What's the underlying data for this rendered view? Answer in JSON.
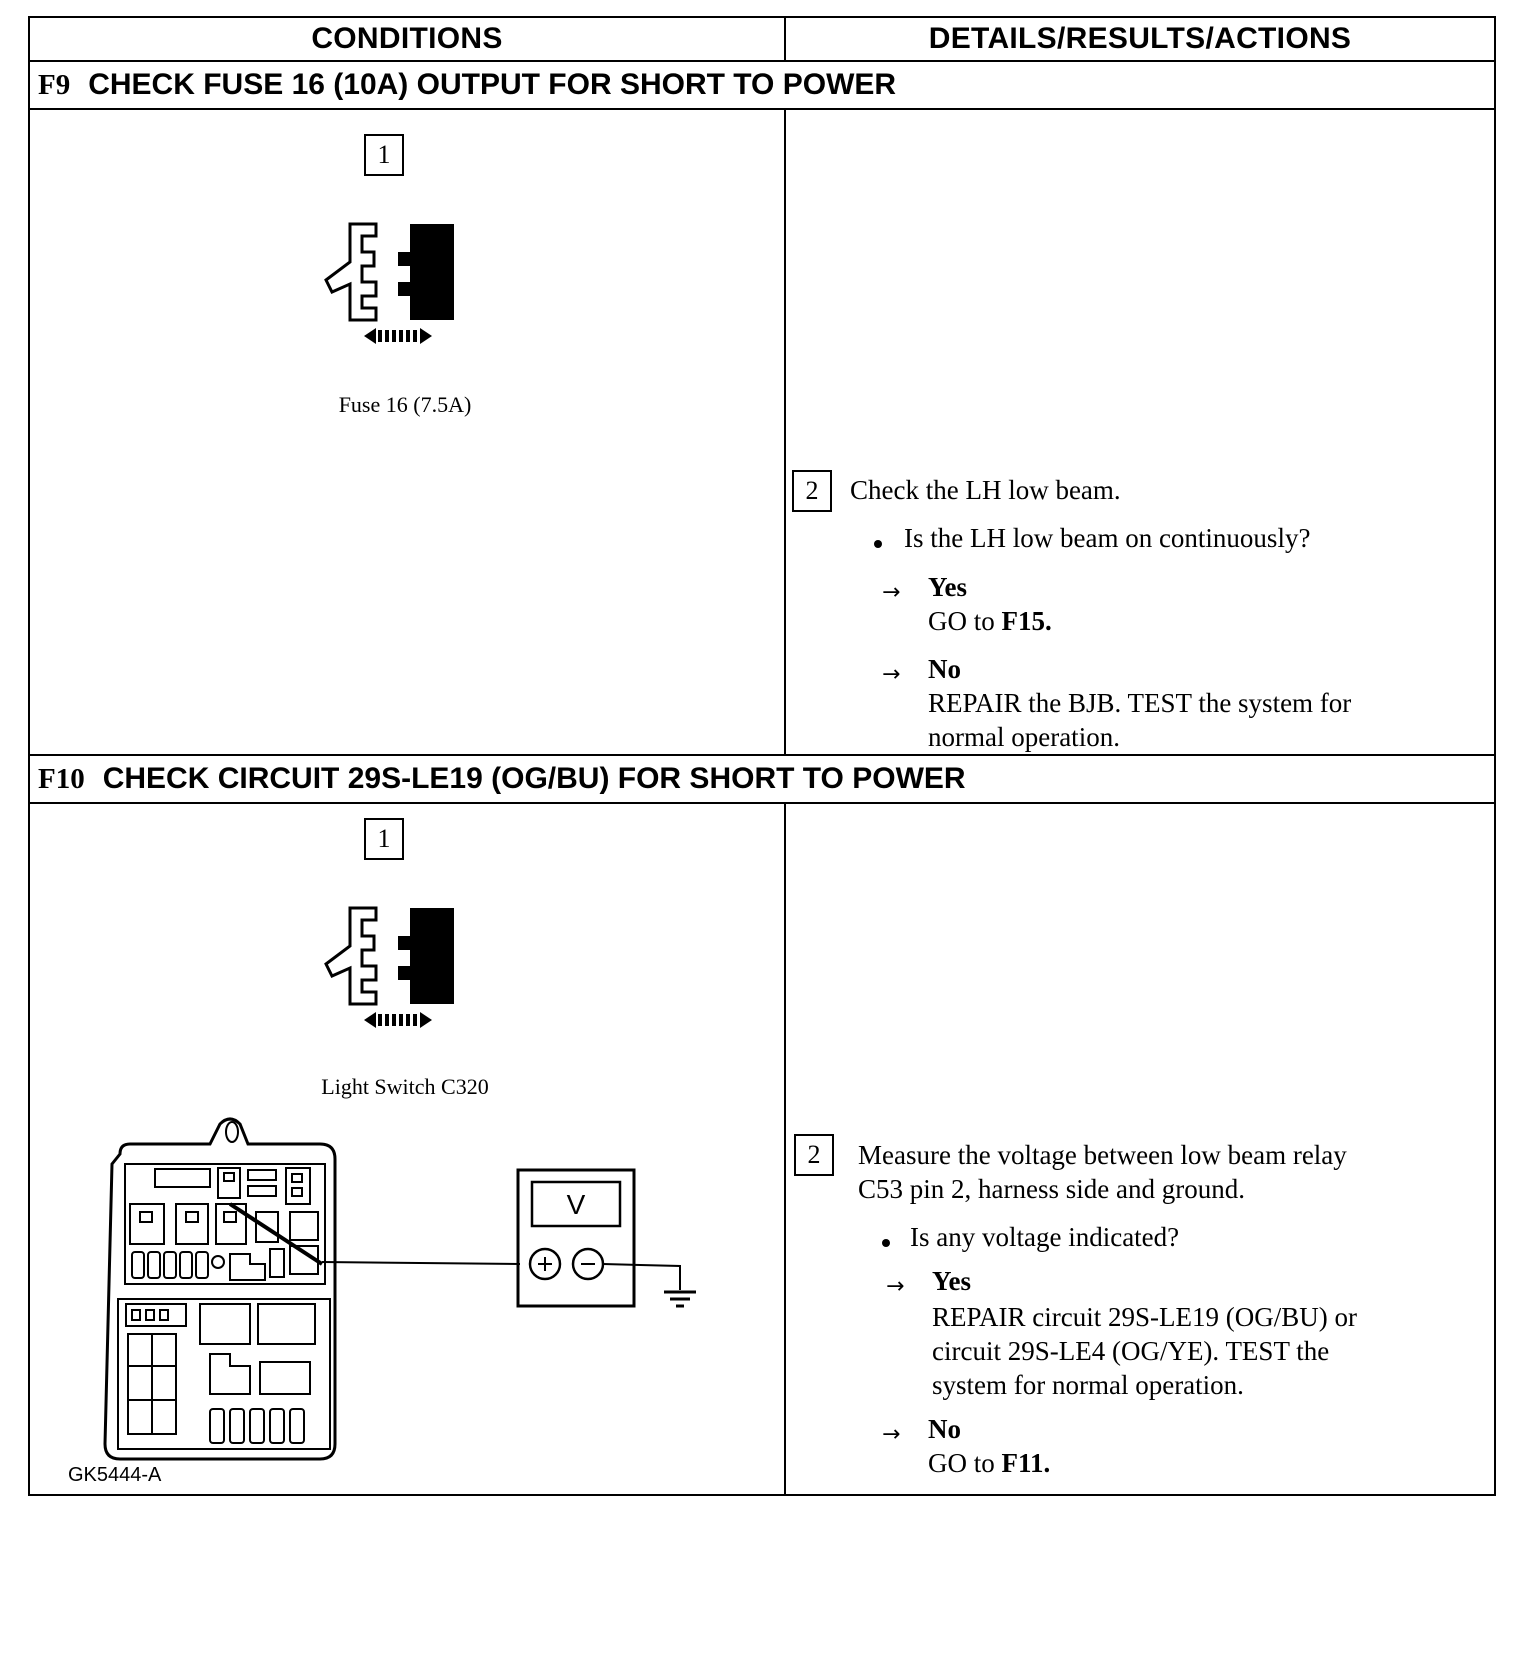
{
  "header": {
    "conditions": "CONDITIONS",
    "details": "DETAILS/RESULTS/ACTIONS"
  },
  "f9": {
    "code": "F9",
    "title": "CHECK FUSE 16 (10A) OUTPUT FOR SHORT TO POWER",
    "step1_num": "1",
    "step1_caption": "Fuse 16 (7.5A)",
    "step2_num": "2",
    "step2_text": "Check the LH low beam.",
    "question": "Is the LH low beam on continuously?",
    "yes_label": "Yes",
    "yes_action_prefix": "GO to ",
    "yes_action_ref": "F15.",
    "no_label": "No",
    "no_action_line1": "REPAIR the BJB. TEST the system for",
    "no_action_line2": "normal operation."
  },
  "f10": {
    "code": "F10",
    "title": "CHECK CIRCUIT 29S-LE19 (OG/BU) FOR SHORT TO POWER",
    "step1_num": "1",
    "step1_caption": "Light Switch C320",
    "meter_label": "V",
    "figure_id": "GK5444-A",
    "step2_num": "2",
    "step2_line1": "Measure the voltage between low beam relay",
    "step2_line2": "C53 pin 2, harness side and ground.",
    "question": "Is any voltage indicated?",
    "yes_label": "Yes",
    "yes_line1": "REPAIR circuit 29S-LE19 (OG/BU) or",
    "yes_line2": "circuit 29S-LE4 (OG/YE). TEST the",
    "yes_line3": "system for normal operation.",
    "no_label": "No",
    "no_action_prefix": "GO to ",
    "no_action_ref": "F11."
  },
  "icons": {
    "connector": "connector-disconnect-icon",
    "arrow": "right-arrow-icon",
    "ground": "ground-symbol-icon"
  }
}
